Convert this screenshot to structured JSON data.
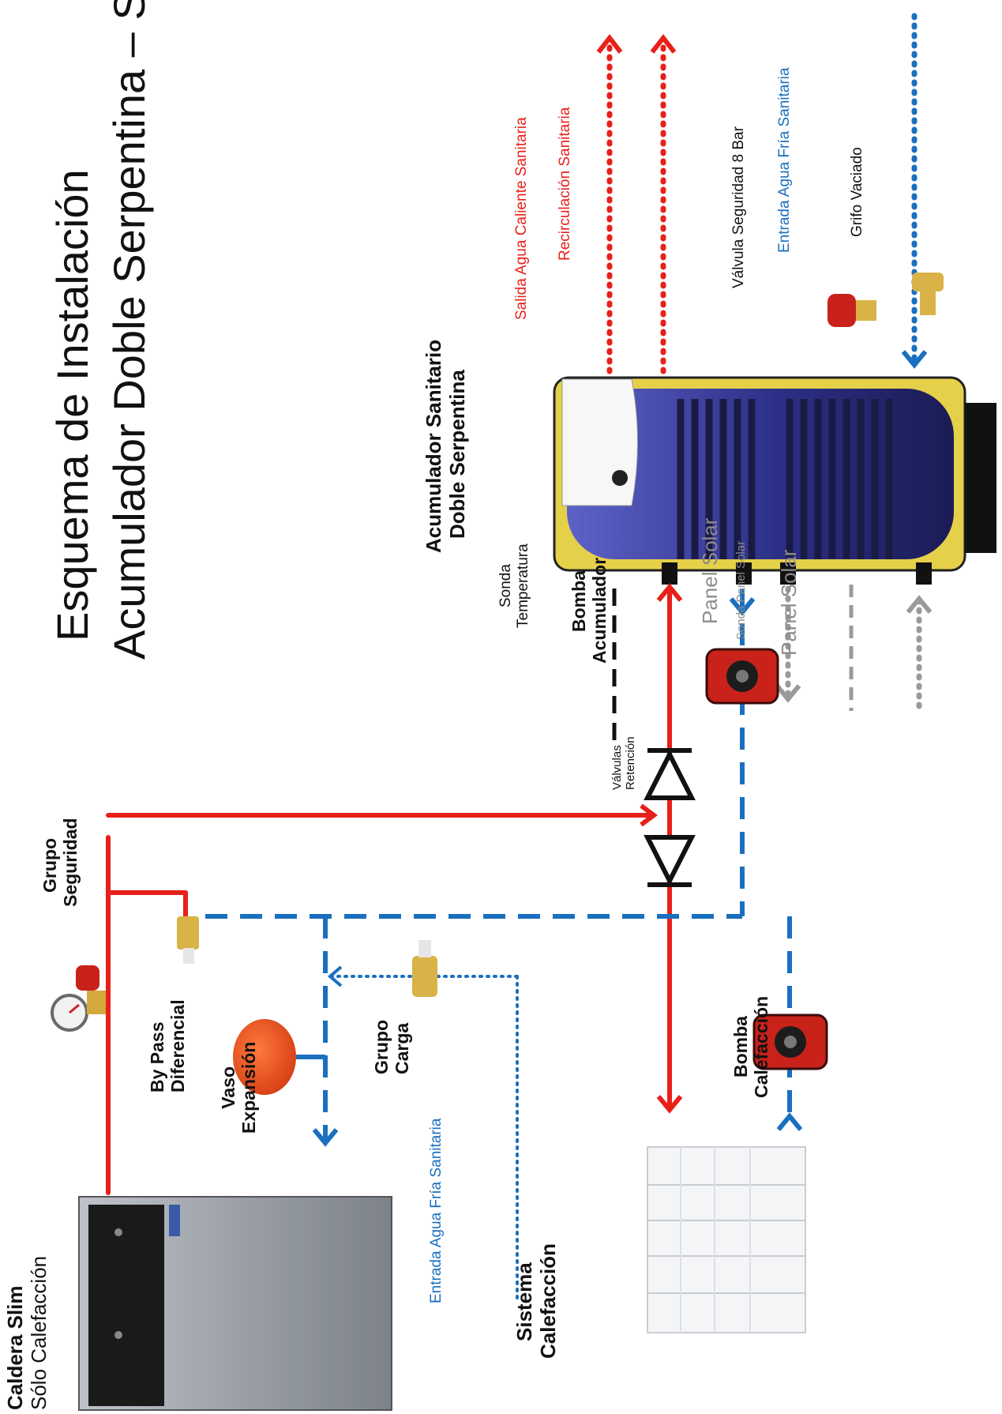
{
  "title": {
    "line1": "Esquema de Instalación",
    "line2": "Acumulador Doble Serpentina – Sli"
  },
  "labels": {
    "caldera_name": "Caldera Slim",
    "caldera_sub": "Sólo Calefacción",
    "vaso_1": "Vaso",
    "vaso_2": "Expansión",
    "bypass_1": "By Pass",
    "bypass_2": "Diferencial",
    "grupo_seg_1": "Grupo",
    "grupo_seg_2": "Seguridad",
    "grupo_carga_1": "Grupo",
    "grupo_carga_2": "Carga",
    "entrada_fria_left": "Entrada Agua Fría Sanitaria",
    "sistema_1": "Sistema",
    "sistema_2": "Calefacción",
    "bomba_cal_1": "Bomba",
    "bomba_cal_2": "Calefacción",
    "valvulas_1": "Válvulas",
    "valvulas_2": "Retención",
    "sonda_1": "Sonda",
    "sonda_2": "Temperatura",
    "bomba_acu_1": "Bomba",
    "bomba_acu_2": "Acumulador",
    "acumulador_1": "Acumulador Sanitario",
    "acumulador_2": "Doble Serpentina",
    "panel_solar_a": "Panel Solar",
    "sonda_panel": "Sonda Panel Solar",
    "panel_solar_b": "Panel Solar",
    "salida_prefix": "Salida ",
    "salida_colored": "Agua Caliente Sanitaria",
    "recirculacion": "Recirculación Sanitaria",
    "valvula_seg": "Válvula Seguridad 8 Bar",
    "entrada_fria_right": "Entrada Agua Fría Sanitaria",
    "grifo": "Grifo Vaciado"
  },
  "colors": {
    "hot_line": "#e8201a",
    "cold_line": "#1a6fbf",
    "solar_line": "#9a9a9a",
    "tank_body": "#3b3f9a",
    "insulation": "#e5d04a"
  }
}
